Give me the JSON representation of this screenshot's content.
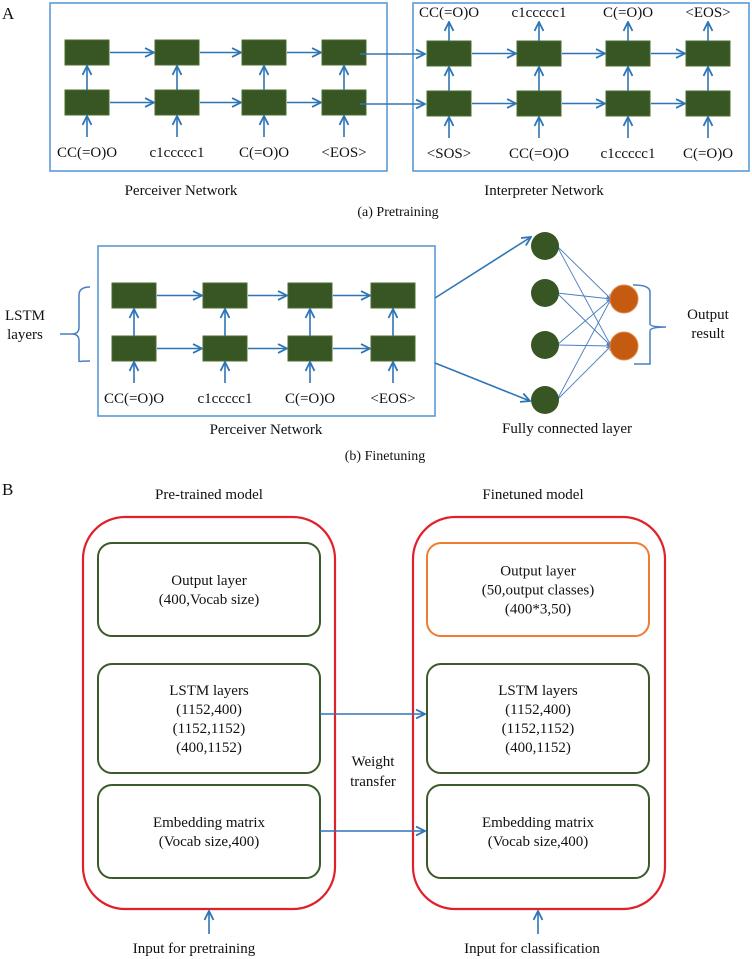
{
  "panel_a": {
    "label": "A",
    "pretraining": {
      "caption": "(a) Pretraining",
      "perceiver": {
        "title": "Perceiver Network",
        "inputs": [
          "CC(=O)O",
          "c1ccccc1",
          "C(=O)O",
          "<EOS>"
        ]
      },
      "interpreter": {
        "title": "Interpreter Network",
        "inputs": [
          "<SOS>",
          "CC(=O)O",
          "c1ccccc1",
          "C(=O)O"
        ],
        "outputs": [
          "CC(=O)O",
          "c1ccccc1",
          "C(=O)O",
          "<EOS>"
        ]
      }
    },
    "finetuning": {
      "caption": "(b) Finetuning",
      "lstm_label": [
        "LSTM",
        "layers"
      ],
      "perceiver": {
        "title": "Perceiver Network",
        "inputs": [
          "CC(=O)O",
          "c1ccccc1",
          "C(=O)O",
          "<EOS>"
        ]
      },
      "fc_title": "Fully connected layer",
      "output_label": [
        "Output",
        "result"
      ],
      "fc_hidden_nodes": 4,
      "fc_output_nodes": 2
    }
  },
  "panel_b": {
    "label": "B",
    "pretrained": {
      "title": "Pre-trained model",
      "blocks": [
        {
          "lines": [
            "Output layer",
            "(400,Vocab size)"
          ]
        },
        {
          "lines": [
            "LSTM layers",
            "(1152,400)",
            "(1152,1152)",
            "(400,1152)"
          ]
        },
        {
          "lines": [
            "Embedding matrix",
            "(Vocab size,400)"
          ]
        }
      ],
      "input": "Input for pretraining"
    },
    "finetuned": {
      "title": "Finetuned model",
      "blocks": [
        {
          "lines": [
            "Output layer",
            "(50,output classes)",
            "(400*3,50)"
          ]
        },
        {
          "lines": [
            "LSTM layers",
            "(1152,400)",
            "(1152,1152)",
            "(400,1152)"
          ]
        },
        {
          "lines": [
            "Embedding matrix",
            "(Vocab size,400)"
          ]
        }
      ],
      "input": "Input for classification"
    },
    "transfer_label": [
      "Weight",
      "transfer"
    ]
  },
  "colors": {
    "frame_blue": "#5b9bd5",
    "arrow_blue": "#2e75b6",
    "lstm_cell_green": "#375623",
    "output_node_orange": "#c55a11",
    "model_border_red": "#e0202a",
    "block_border_green": "#3d5a2a",
    "new_output_border_orange": "#ed7d31"
  }
}
